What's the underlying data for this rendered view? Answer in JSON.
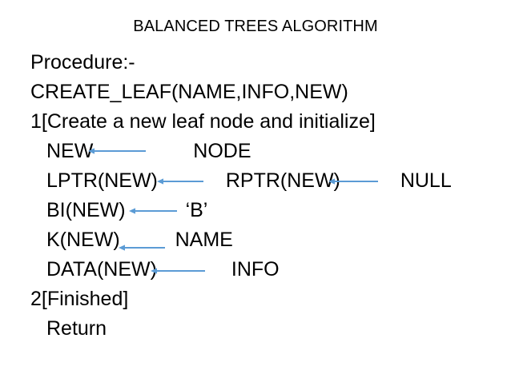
{
  "slide": {
    "title": "BALANCED TREES ALGORITHM",
    "background_color": "#FFFFFF",
    "text_color": "#000000",
    "arrow_color": "#5B9BD5",
    "lines": [
      {
        "id": "procedure",
        "indent": 0,
        "text": "Procedure:-"
      },
      {
        "id": "signature",
        "indent": 0,
        "text": "CREATE_LEAF(NAME,INFO,NEW)"
      },
      {
        "id": "step-1",
        "indent": 0,
        "text": "1[Create a new leaf node and initialize]"
      },
      {
        "id": "assign-new",
        "indent": 1,
        "left": "NEW",
        "right": "NODE"
      },
      {
        "id": "assign-lptr",
        "indent": 1,
        "left": "LPTR(NEW)",
        "mid": "RPTR(NEW)",
        "right": "NULL"
      },
      {
        "id": "assign-bi",
        "indent": 1,
        "left": "BI(NEW)",
        "right": "‘B’"
      },
      {
        "id": "assign-k",
        "indent": 1,
        "left": "K(NEW)",
        "right": "NAME"
      },
      {
        "id": "assign-data",
        "indent": 1,
        "left": "DATA(NEW)",
        "right": "INFO"
      },
      {
        "id": "step-2",
        "indent": 0,
        "text": "2[Finished]"
      },
      {
        "id": "return",
        "indent": 1,
        "text": "Return"
      }
    ],
    "arrow_symbol": "left-arrow"
  }
}
